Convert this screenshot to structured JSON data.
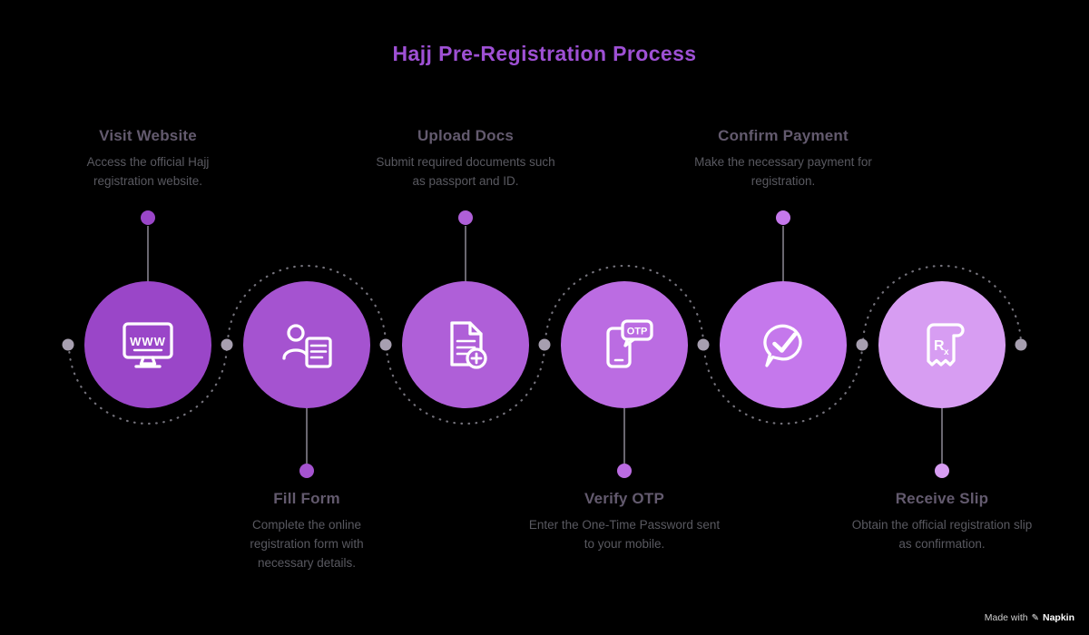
{
  "title": "Hajj Pre-Registration Process",
  "colors": {
    "background": "#000000",
    "title": "#9e50d4",
    "heading": "#635a6e",
    "description": "#595960",
    "dash": "#73717a",
    "waypoint": "#a79fb0",
    "stem_line": "#6a6770",
    "icon_stroke": "#ffffff"
  },
  "steps": [
    {
      "label": "Visit Website",
      "description": "Access the official Hajj registration website.",
      "icon": "monitor-www-icon",
      "icon_text": "WWW",
      "color": "#9a46c8",
      "label_position": "top"
    },
    {
      "label": "Fill Form",
      "description": "Complete the online registration form with necessary details.",
      "icon": "person-form-icon",
      "color": "#a553d0",
      "label_position": "bottom"
    },
    {
      "label": "Upload Docs",
      "description": "Submit required documents such as passport and ID.",
      "icon": "document-add-icon",
      "color": "#af5fd8",
      "label_position": "top"
    },
    {
      "label": "Verify OTP",
      "description": "Enter the One-Time Password sent to your mobile.",
      "icon": "phone-otp-icon",
      "icon_text": "OTP",
      "color": "#bb6ce2",
      "label_position": "bottom"
    },
    {
      "label": "Confirm Payment",
      "description": "Make the necessary payment for registration.",
      "icon": "chat-checkmark-icon",
      "color": "#c578ec",
      "label_position": "top"
    },
    {
      "label": "Receive Slip",
      "description": "Obtain the official registration slip as confirmation.",
      "icon": "rx-slip-icon",
      "icon_text": "R",
      "icon_sub": "x",
      "color": "#d79df2",
      "label_position": "bottom"
    }
  ],
  "watermark": {
    "prefix": "Made with",
    "brand": "Napkin"
  }
}
